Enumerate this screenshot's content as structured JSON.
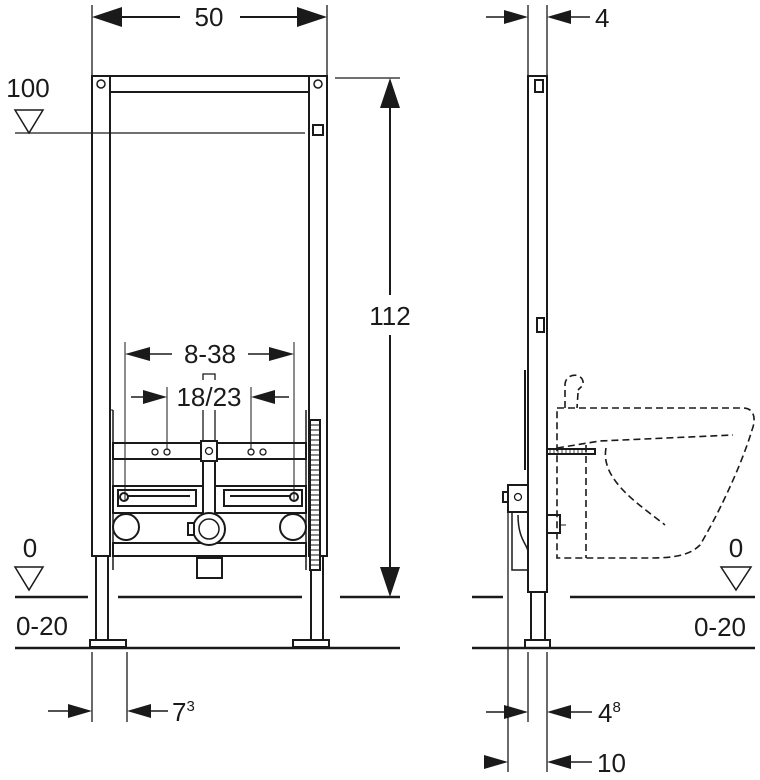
{
  "front_view": {
    "width_label": "50",
    "height_label": "112",
    "top_level_label": "100",
    "tap_range_label": "8-38",
    "fixing_distance_label": "18/23",
    "floor_level_label": "0",
    "floor_range_label": "0-20",
    "leg_offset_label": "7",
    "leg_offset_sup": "3"
  },
  "side_view": {
    "depth_top_label": "4",
    "floor_level_label": "0",
    "floor_range_label": "0-20",
    "leg_depth_label": "4",
    "leg_depth_sup": "8",
    "total_depth_label": "10"
  }
}
